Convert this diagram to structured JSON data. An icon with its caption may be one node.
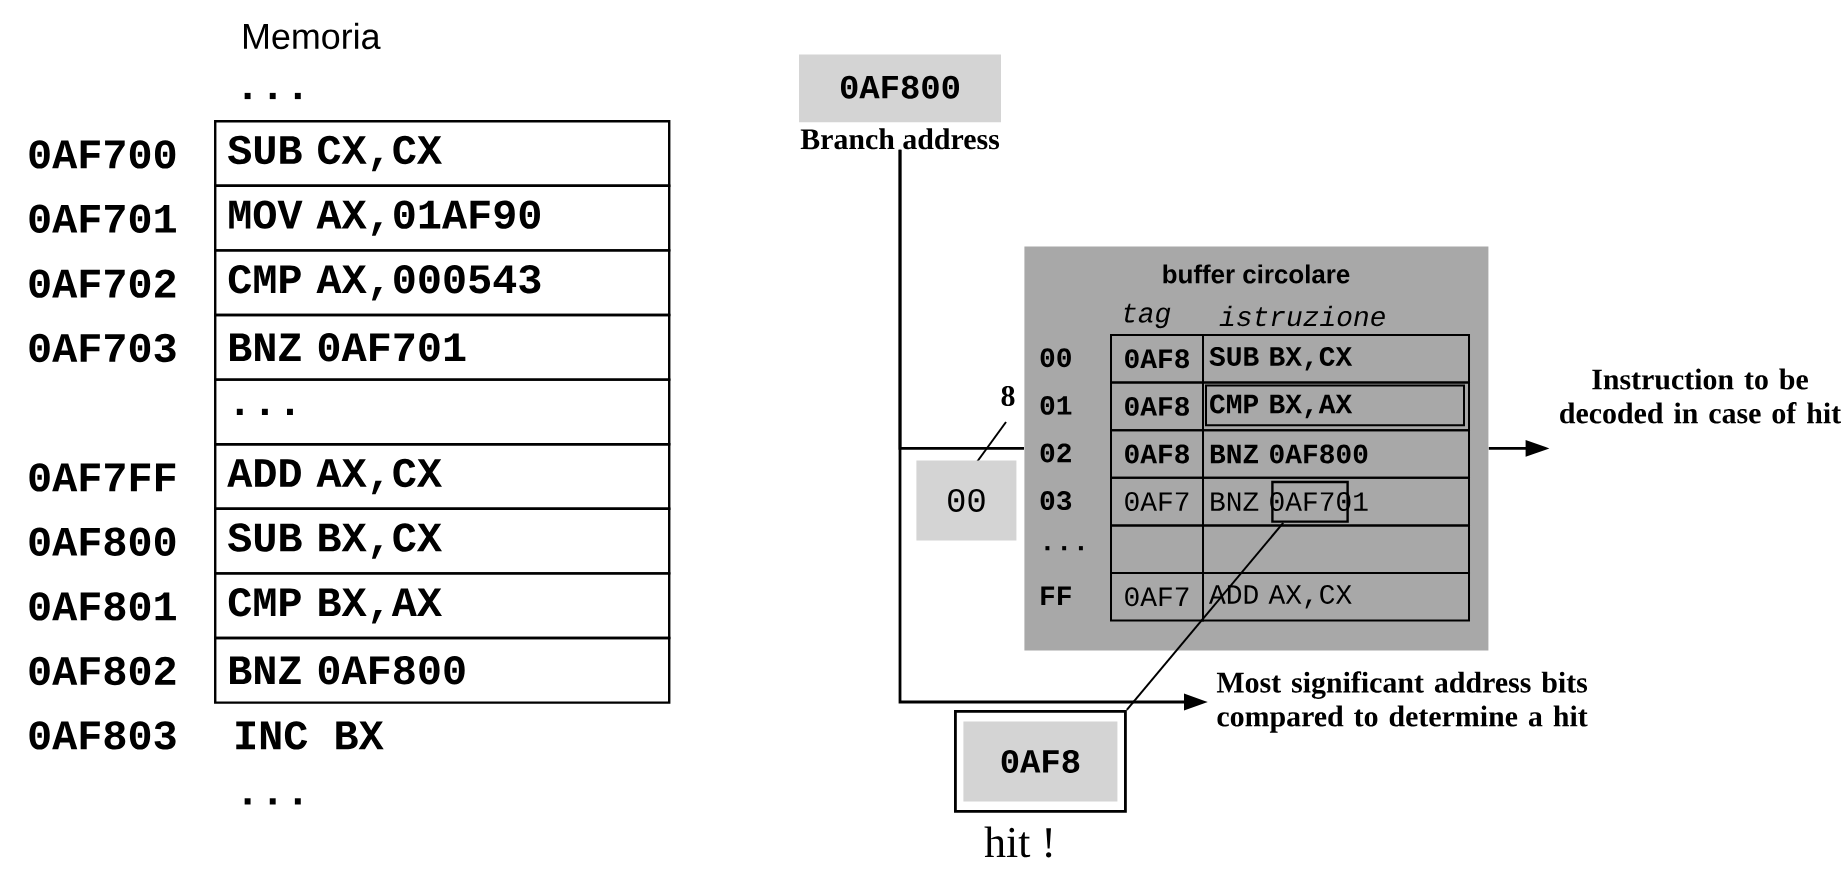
{
  "diagram": {
    "nodes": [
      {
        "text": [
          "SUB CX,CX"
        ],
        "beside": [
          "0AF700"
        ]
      },
      {
        "text": [
          "MOV AX,01AF90"
        ],
        "beside": [
          "0AF701"
        ]
      },
      {
        "text": [
          "CMP AX,000543"
        ],
        "beside": [
          "0AF702"
        ]
      },
      {
        "text": [
          "BNZ 0AF701"
        ],
        "beside": [
          "0AF703"
        ]
      },
      {
        "text": [
          "..."
        ]
      },
      {
        "text": [
          "ADD AX,CX"
        ],
        "beside": [
          "0AF7FF"
        ]
      },
      {
        "text": [
          "SUB BX,CX"
        ],
        "beside": [
          "0AF800"
        ]
      },
      {
        "text": [
          "CMP BX,AX"
        ],
        "beside": [
          "0AF801"
        ]
      },
      {
        "text": [
          "BNZ 0AF800"
        ],
        "beside": [
          "0AF802"
        ]
      },
      {
        "text": [
          "0AF800",
          "Branch address"
        ]
      },
      {
        "text": [
          "buffer circolare"
        ]
      },
      {
        "text": [],
        "shape": "box",
        "in": 10
      },
      {
        "text": [
          "00"
        ]
      },
      {
        "text": [
          "Instruction to be decoded in case of hit"
        ]
      },
      {
        "text": [
          "Most significant address bits compared to determine a hit"
        ]
      },
      {
        "text": [
          "0AF8"
        ],
        "beside": [
          "hit !"
        ]
      }
    ],
    "edges": [
      {
        "from": 9,
        "to": 10,
        "arrow": "none"
      },
      {
        "from": 9,
        "to": 14,
        "arrow": "to"
      },
      {
        "from": 10,
        "to": 13,
        "arrow": "to"
      },
      {
        "from": 15,
        "to": 11,
        "arrow": "none"
      }
    ],
    "labels": [
      "Memoria",
      "...",
      "0AF803",
      "INC BX",
      "...",
      "8",
      "tag",
      "istruzione",
      "00",
      "0AF8",
      "SUB BX,CX",
      "01",
      "0AF8",
      "CMP BX,AX",
      "02",
      "0AF8",
      "BNZ 0AF800",
      "03",
      "0AF7",
      "BNZ 0AF701",
      "...",
      "FF",
      "0AF7",
      "ADD AX,CX"
    ]
  }
}
